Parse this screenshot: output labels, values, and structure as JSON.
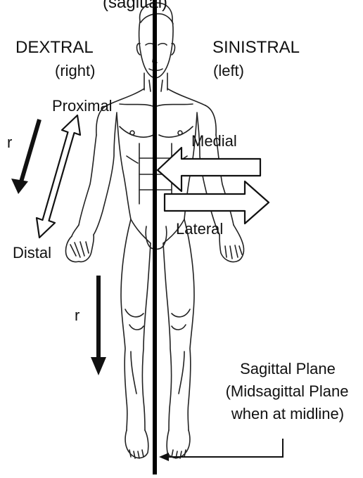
{
  "labels": {
    "top_partial": "(sagittal)",
    "dextral": "DEXTRAL",
    "dextral_sub": "(right)",
    "sinistral": "SINISTRAL",
    "sinistral_sub": "(left)",
    "proximal": "Proximal",
    "distal": "Distal",
    "medial": "Medial",
    "lateral": "Lateral",
    "r_upper": "r",
    "r_lower": "r",
    "sagittal_line1": "Sagittal Plane",
    "sagittal_line2": "(Midsagittal Plane",
    "sagittal_line3": "when at midline)"
  },
  "icons": {
    "figure": "human-figure-anterior-view",
    "midline": "midsagittal-line",
    "proximal_distal_arrow": "double-headed-outline-arrow",
    "medial_arrow": "outline-arrow-left",
    "lateral_arrow": "outline-arrow-right",
    "r_arrows": "solid-arrow-down",
    "pointer": "elbow-pointer-arrow"
  },
  "colors": {
    "ink": "#111111",
    "background": "#ffffff"
  }
}
